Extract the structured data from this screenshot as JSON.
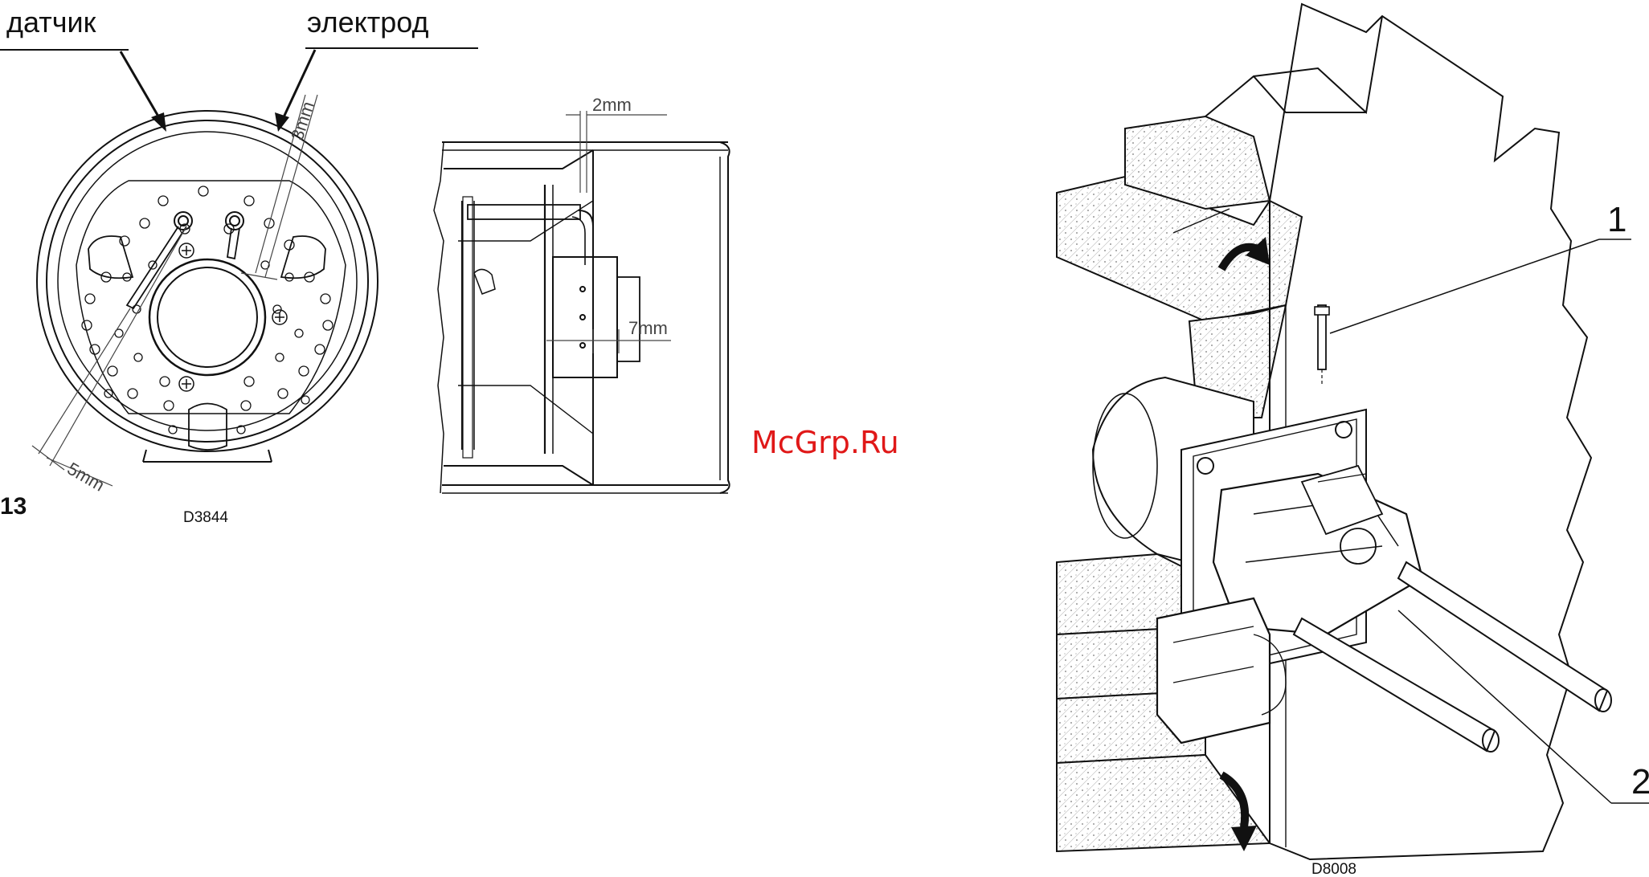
{
  "labels": {
    "sensor": "датчик",
    "electrode": "электрод",
    "figure_number": "13",
    "code_left": "D3844",
    "code_right": "D8008",
    "callout_1": "1",
    "callout_2": "2",
    "watermark": "McGrp.Ru"
  },
  "dimensions": {
    "gap_3mm": "3mm",
    "gap_5mm": "5mm",
    "gap_2mm": "2mm",
    "gap_7mm": "7mm"
  },
  "colors": {
    "line": "#111111",
    "hatch": "#777777",
    "watermark": "#e01818"
  }
}
